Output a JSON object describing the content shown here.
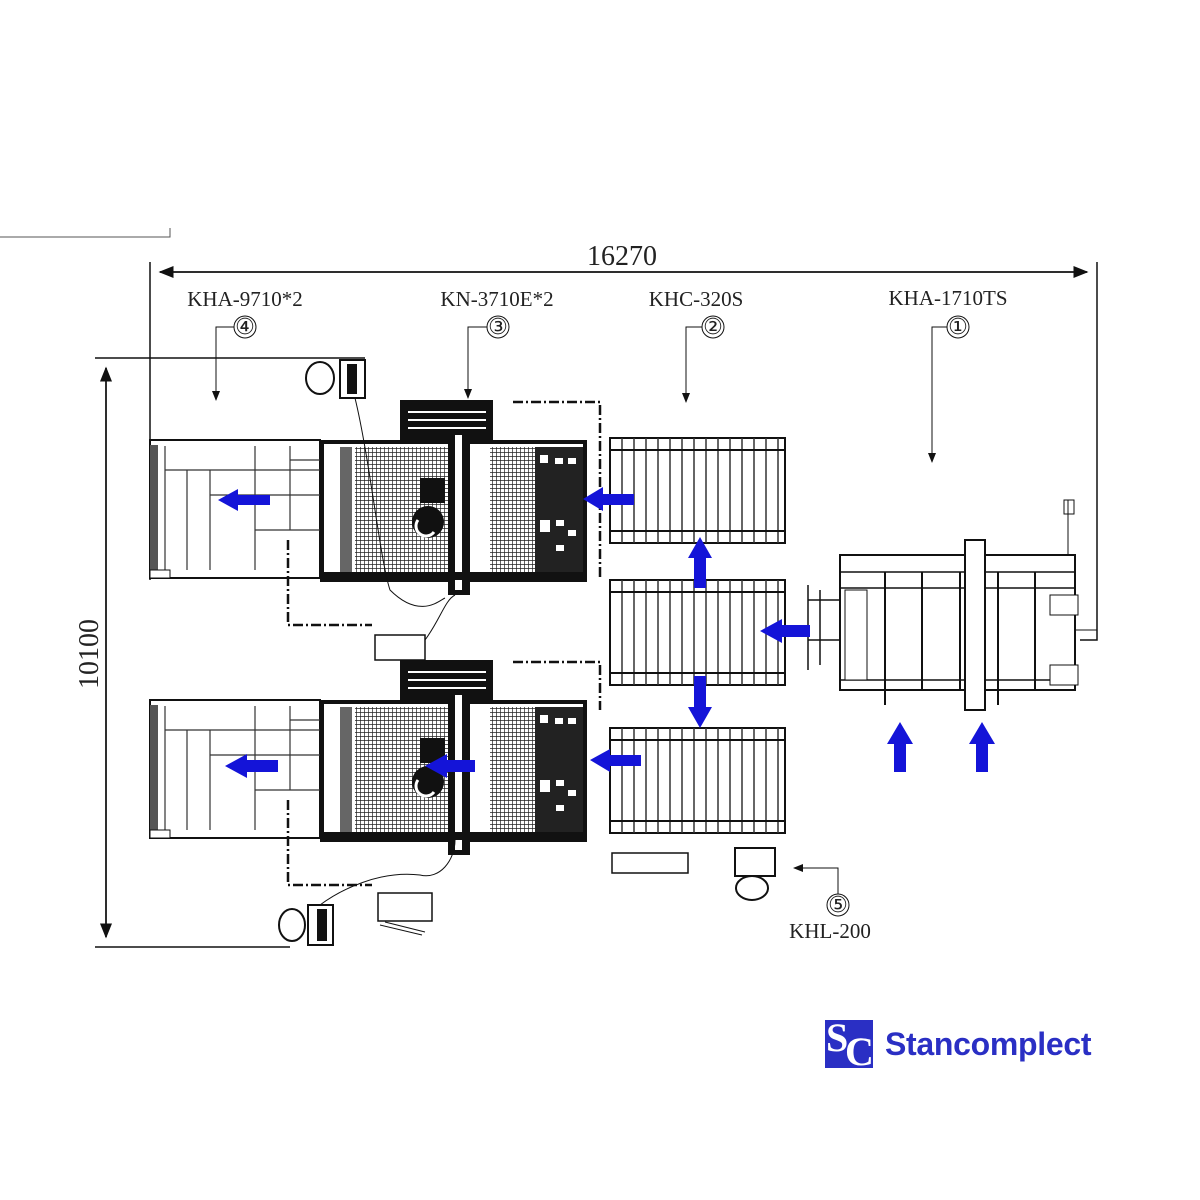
{
  "dimensions": {
    "width": "16270",
    "height": "10100"
  },
  "stations": [
    {
      "number": "④",
      "model": "KHA-9710*2"
    },
    {
      "number": "③",
      "model": "KN-3710E*2"
    },
    {
      "number": "②",
      "model": "KHC-320S"
    },
    {
      "number": "①",
      "model": "KHA-1710TS"
    },
    {
      "number": "⑤",
      "model": "KHL-200"
    }
  ],
  "colors": {
    "flow_arrow": "#1414d8",
    "brand": "#2a2fc4",
    "line": "#111111"
  },
  "logo": {
    "mark": "SC",
    "name": "Stancomplect"
  }
}
